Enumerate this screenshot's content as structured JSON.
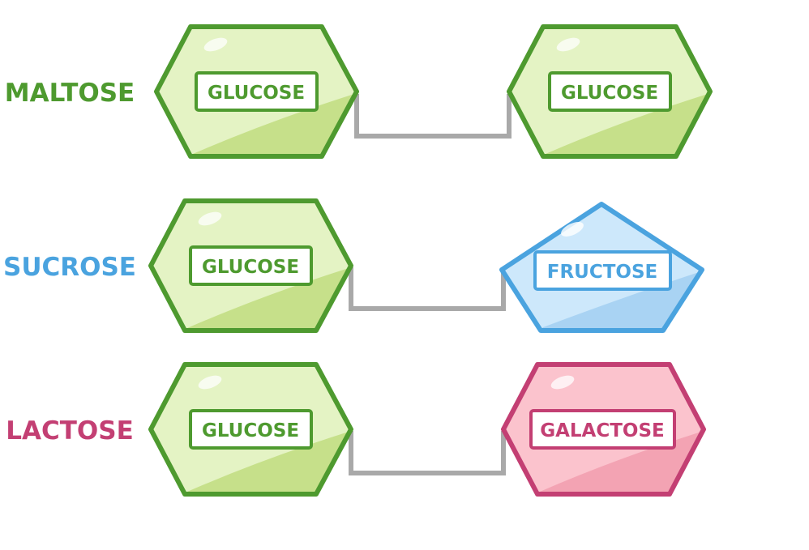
{
  "colors": {
    "green_stroke": "#4e9a2f",
    "green_fill": "#e4f3c4",
    "green_shade": "#c6e08a",
    "blue_stroke": "#4aa3df",
    "blue_fill": "#cde8fb",
    "blue_shade": "#a9d3f3",
    "pink_stroke": "#c33f73",
    "pink_fill": "#fbc3cd",
    "pink_shade": "#f3a3b3",
    "link": "#a9a9a9"
  },
  "rows": [
    {
      "name": "MALTOSE",
      "left": "GLUCOSE",
      "right": "GLUCOSE"
    },
    {
      "name": "SUCROSE",
      "left": "GLUCOSE",
      "right": "FRUCTOSE"
    },
    {
      "name": "LACTOSE",
      "left": "GLUCOSE",
      "right": "GALACTOSE"
    }
  ]
}
